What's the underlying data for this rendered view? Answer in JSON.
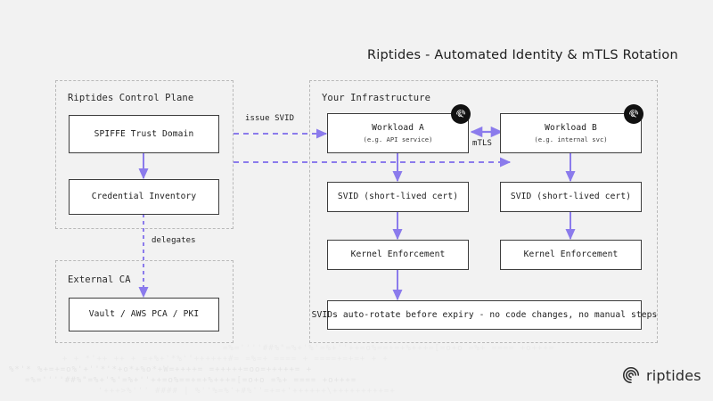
{
  "diagram": {
    "title": "Riptides - Automated Identity & mTLS Rotation",
    "background_color": "#f2f2f2",
    "accent_color": "#8b7bec",
    "node_border_color": "#3d3d3d",
    "panel_border_color": "#b9b9b9"
  },
  "panels": {
    "control_plane": {
      "label": "Riptides Control Plane"
    },
    "external_ca": {
      "label": "External CA"
    },
    "infrastructure": {
      "label": "Your Infrastructure"
    }
  },
  "nodes": {
    "spiffe_trust_domain": {
      "title": "SPIFFE Trust Domain"
    },
    "credential_inventory": {
      "title": "Credential Inventory"
    },
    "vault_pki": {
      "title": "Vault / AWS PCA / PKI"
    },
    "workload_a": {
      "title": "Workload A",
      "subtitle": "(e.g. API service)",
      "badge_icon": "fingerprint-icon"
    },
    "workload_b": {
      "title": "Workload B",
      "subtitle": "(e.g. internal svc)",
      "badge_icon": "fingerprint-icon"
    },
    "svid_a": {
      "title": "SVID (short-lived cert)"
    },
    "svid_b": {
      "title": "SVID (short-lived cert)"
    },
    "kernel_a": {
      "title": "Kernel Enforcement"
    },
    "kernel_b": {
      "title": "Kernel Enforcement"
    },
    "rotation_banner": {
      "title": "SVIDs auto-rotate before expiry - no code changes, no manual steps"
    }
  },
  "edges": {
    "issue_svid": {
      "label": "issue SVID",
      "style": "dashed"
    },
    "issue_svid_b": {
      "label": "",
      "style": "dashed"
    },
    "delegates": {
      "label": "delegates",
      "style": "dashed"
    },
    "mtls": {
      "label": "mTLS",
      "style": "solid-bidirectional"
    },
    "trust_to_inventory": {
      "label": "",
      "style": "solid"
    }
  },
  "brand": {
    "name": "riptides",
    "logo_icon": "riptides-spiral-icon"
  },
  "watermark": {
    "rows": [
      "+   +  *'++ ++ +   =+%+'*%''++++++#=    =%=+ ==== + ====+=+=+ +      +",
      "%*'*  %+=+=o%'+''*'*+o*+%o*+W=++++=    =+++++=oo=+++++=      +",
      "=%=''''##%\"=%+'%'=%+''++=o%==+=+%+++=[=o+o    =%+ ==== +o+++=",
      "  '+++>%''' #### | %''%=%'+#%''=+=+'++++++\\+++++++++=+"
    ]
  }
}
